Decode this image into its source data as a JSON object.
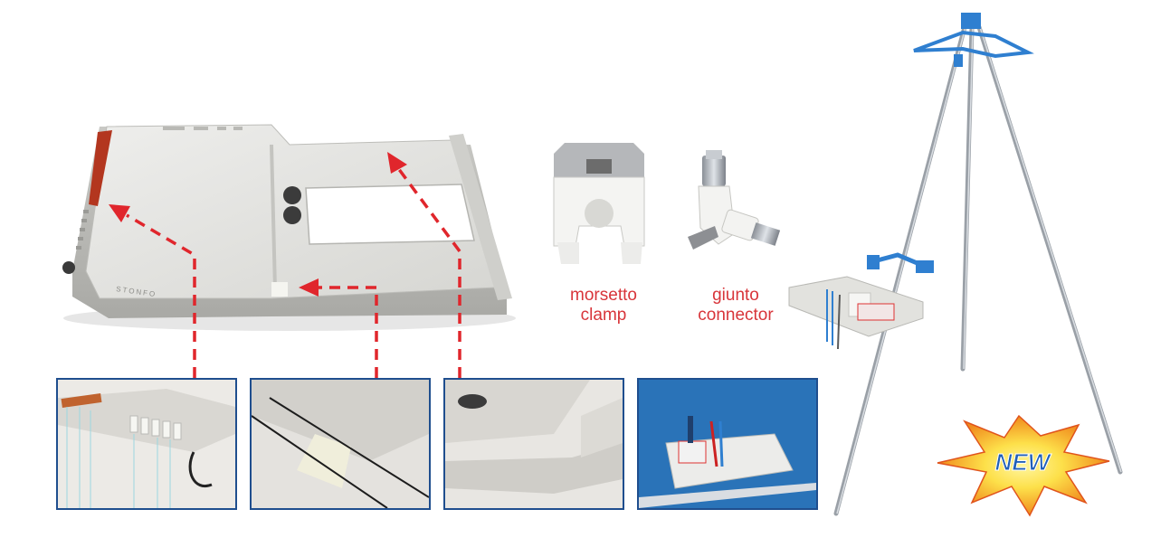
{
  "labels": {
    "clamp": {
      "italian": "morsetto",
      "english": "clamp"
    },
    "connector": {
      "italian": "giunto",
      "english": "connector"
    }
  },
  "badge": {
    "text": "NEW"
  },
  "logo_text": "STONFO",
  "colors": {
    "label_red": "#d8353a",
    "arrow_red": "#e0262c",
    "frame_blue": "#1f4e8e",
    "tray_grey": "#dcdcd8",
    "tripod_blue": "#2f7fd0",
    "badge_orange": "#f08a1c",
    "badge_yellow": "#fde04a",
    "badge_text_blue": "#1f5fb8"
  },
  "icons": [
    "tray-image",
    "clamp-image",
    "connector-image",
    "tripod-image",
    "new-burst-badge"
  ]
}
